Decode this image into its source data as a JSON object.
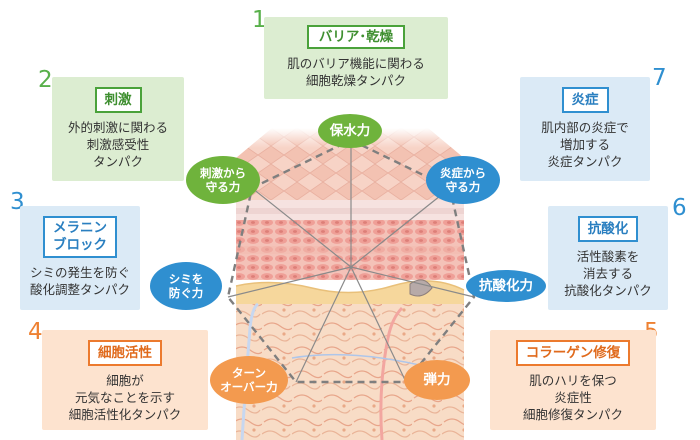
{
  "boxes": [
    {
      "number": "1",
      "title": "バリア･乾燥",
      "lines": [
        "肌のバリア機能に関わる",
        "細胞乾燥タンパク"
      ],
      "color": "green"
    },
    {
      "number": "2",
      "title": "刺激",
      "lines": [
        "外的刺激に関わる",
        "刺激感受性",
        "タンパク"
      ],
      "color": "green"
    },
    {
      "number": "3",
      "title_lines": [
        "メラニン",
        "ブロック"
      ],
      "lines": [
        "シミの発生を防ぐ",
        "酸化調整タンパク"
      ],
      "color": "blue"
    },
    {
      "number": "4",
      "title": "細胞活性",
      "lines": [
        "細胞が",
        "元気なことを示す",
        "細胞活性化タンパク"
      ],
      "color": "orange"
    },
    {
      "number": "5",
      "title": "コラーゲン修復",
      "lines": [
        "肌のハリを保つ",
        "炎症性",
        "細胞修復タンパク"
      ],
      "color": "orange"
    },
    {
      "number": "6",
      "title": "抗酸化",
      "lines": [
        "活性酸素を",
        "消去する",
        "抗酸化タンパク"
      ],
      "color": "blue"
    },
    {
      "number": "7",
      "title": "炎症",
      "lines": [
        "肌内部の炎症で",
        "増加する",
        "炎症タンパク"
      ],
      "color": "blue"
    }
  ],
  "ovals": {
    "moisture": "保水力",
    "irritation": "刺激から\n守る力",
    "inflammation": "炎症から\n守る力",
    "antioxidant": "抗酸化力",
    "spots": "シミを\n防ぐ力",
    "turnover": "ターン\nオーバー力",
    "elasticity": "弾力"
  },
  "colors": {
    "green": "#4aa23a",
    "blue": "#2f8fd0",
    "orange": "#ec7a2e",
    "green_bg": "#dcedd1",
    "blue_bg": "#dbeaf6",
    "orange_bg": "#fde3cf"
  }
}
